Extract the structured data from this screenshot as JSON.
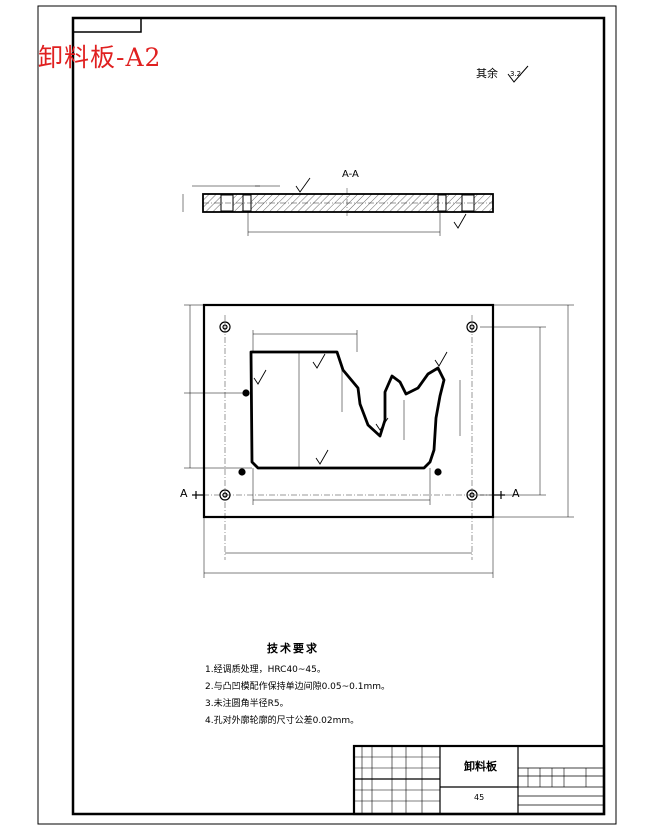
{
  "drawing_title": "卸料板-A2",
  "remaining_roughness": "其余",
  "roughness_symbol": "√",
  "section_mark_label": "A-A",
  "section_mark_letter": "A",
  "tech_requirements": {
    "title": "技术要求",
    "items": [
      "1.经调质处理，HRC40~45。",
      "2.与凸凹模配作保持单边间隙0.05~0.1mm。",
      "3.未注圆角半径R5。",
      "4.孔对外廓轮廓的尺寸公差0.02mm。"
    ]
  },
  "title_block": {
    "part_name": "卸料板",
    "material": "45"
  },
  "colors": {
    "line": "#000000",
    "title_red": "#e02020"
  }
}
